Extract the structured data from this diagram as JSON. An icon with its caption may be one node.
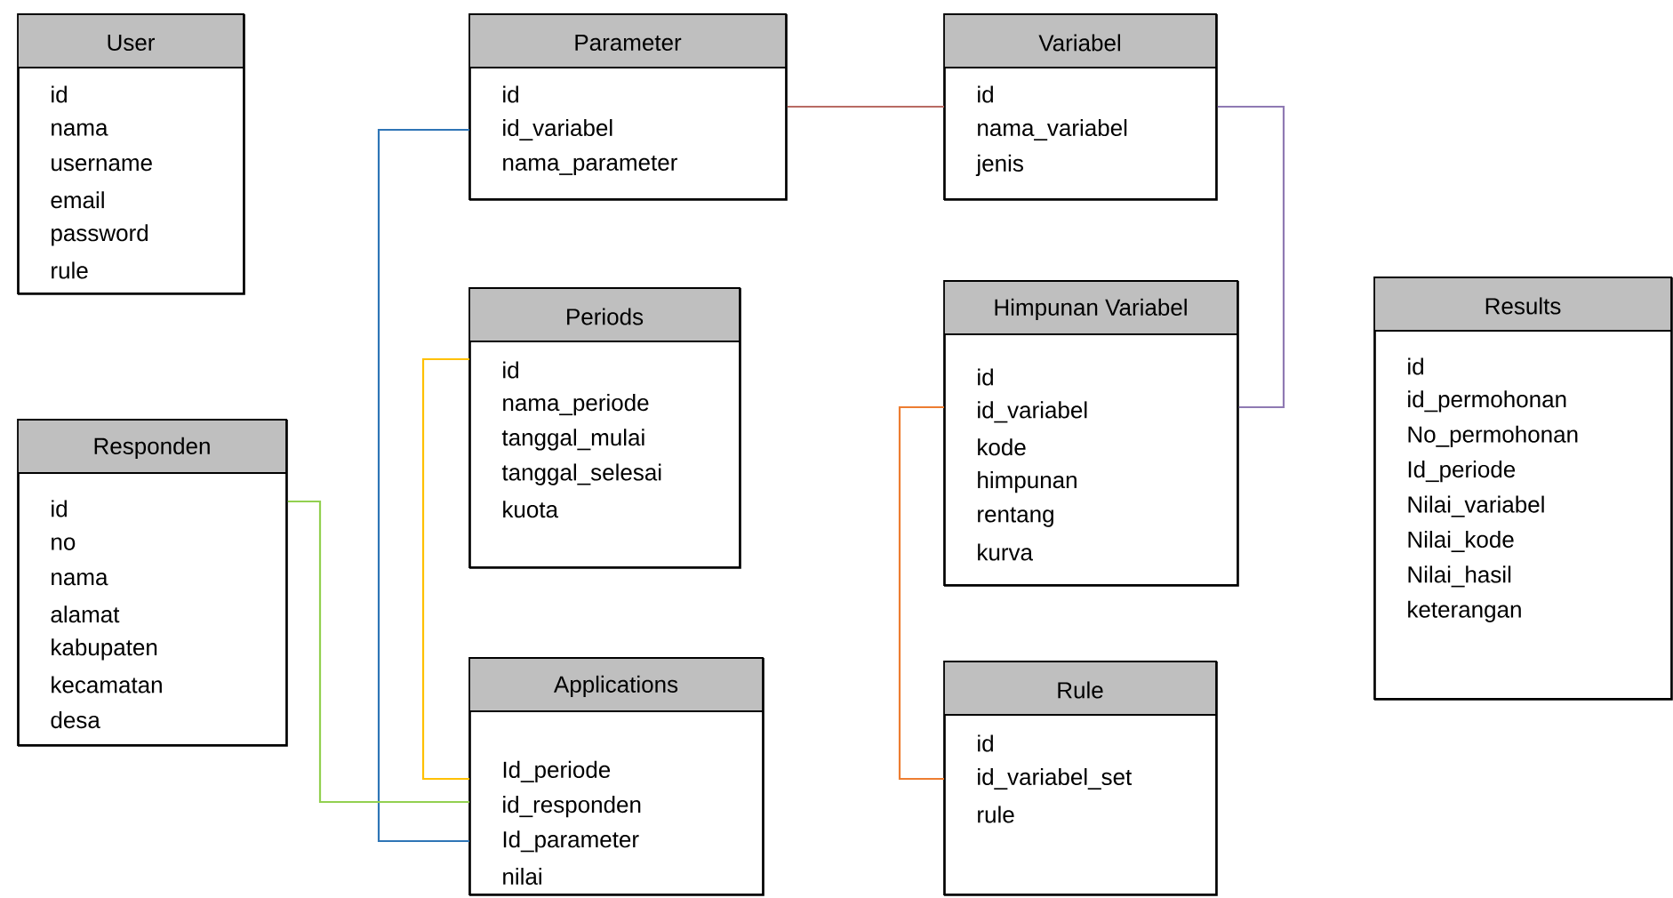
{
  "diagram": {
    "nodes": [
      {
        "text": [
          "User",
          "id",
          "nama",
          "username",
          "email",
          "password",
          "rule"
        ]
      },
      {
        "text": [
          "Parameter",
          "id",
          "id_variabel",
          "nama_parameter"
        ]
      },
      {
        "text": [
          "Variabel",
          "id",
          "nama_variabel",
          "jenis"
        ]
      },
      {
        "text": [
          "Periods",
          "id",
          "nama_periode",
          "tanggal_mulai",
          "tanggal_selesai",
          "kuota"
        ]
      },
      {
        "text": [
          "Himpunan Variabel",
          "id",
          "id_variabel",
          "kode",
          "himpunan",
          "rentang",
          "kurva"
        ]
      },
      {
        "text": [
          "Results",
          "id",
          "id_permohonan",
          "No_permohonan",
          "Id_periode",
          "Nilai_variabel",
          "Nilai_kode",
          "Nilai_hasil",
          "keterangan"
        ]
      },
      {
        "text": [
          "Responden",
          "id",
          "no",
          "nama",
          "alamat",
          "kabupaten",
          "kecamatan",
          "desa"
        ]
      },
      {
        "text": [
          "Applications",
          "Id_periode",
          "id_responden",
          "Id_parameter",
          "nilai"
        ]
      },
      {
        "text": [
          "Rule",
          "id",
          "id_variabel_set",
          "rule"
        ]
      }
    ],
    "edges": [
      {
        "from": 1,
        "to": 7,
        "arrow": "none",
        "color": "#2e75b6"
      },
      {
        "from": 1,
        "to": 2,
        "arrow": "none",
        "color": "#b86b63"
      },
      {
        "from": 2,
        "to": 4,
        "arrow": "none",
        "color": "#8f7ab3"
      },
      {
        "from": 3,
        "to": 7,
        "arrow": "none",
        "color": "#ffc000"
      },
      {
        "from": 4,
        "to": 8,
        "arrow": "none",
        "color": "#ed7d31"
      },
      {
        "from": 6,
        "to": 7,
        "arrow": "none",
        "color": "#92d050"
      }
    ]
  }
}
